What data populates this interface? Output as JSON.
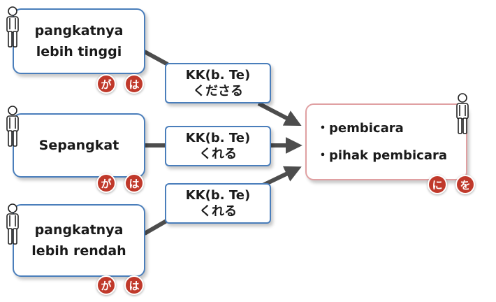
{
  "colors": {
    "subject_border": "#4a7ebb",
    "target_border": "#e0a0a2",
    "badge_fill": "#c0392b",
    "connector": "#4d4d4d"
  },
  "subjects": [
    {
      "line1": "pangkatnya",
      "line2": "lebih tinggi",
      "particles": [
        "が",
        "は"
      ]
    },
    {
      "line1": "Sepangkat",
      "particles": [
        "が",
        "は"
      ]
    },
    {
      "line1": "pangkatnya",
      "line2": "lebih rendah",
      "particles": [
        "が",
        "は"
      ]
    }
  ],
  "verbs": [
    {
      "line1": "KK(b. Te)",
      "line2": "くださる"
    },
    {
      "line1": "KK(b. Te)",
      "line2": "くれる"
    },
    {
      "line1": "KK(b. Te)",
      "line2": "くれる"
    }
  ],
  "target": {
    "item1": "・pembicara",
    "item2": "・pihak pembicara",
    "particles": [
      "に",
      "を"
    ]
  },
  "icons": [
    "person-icon"
  ]
}
